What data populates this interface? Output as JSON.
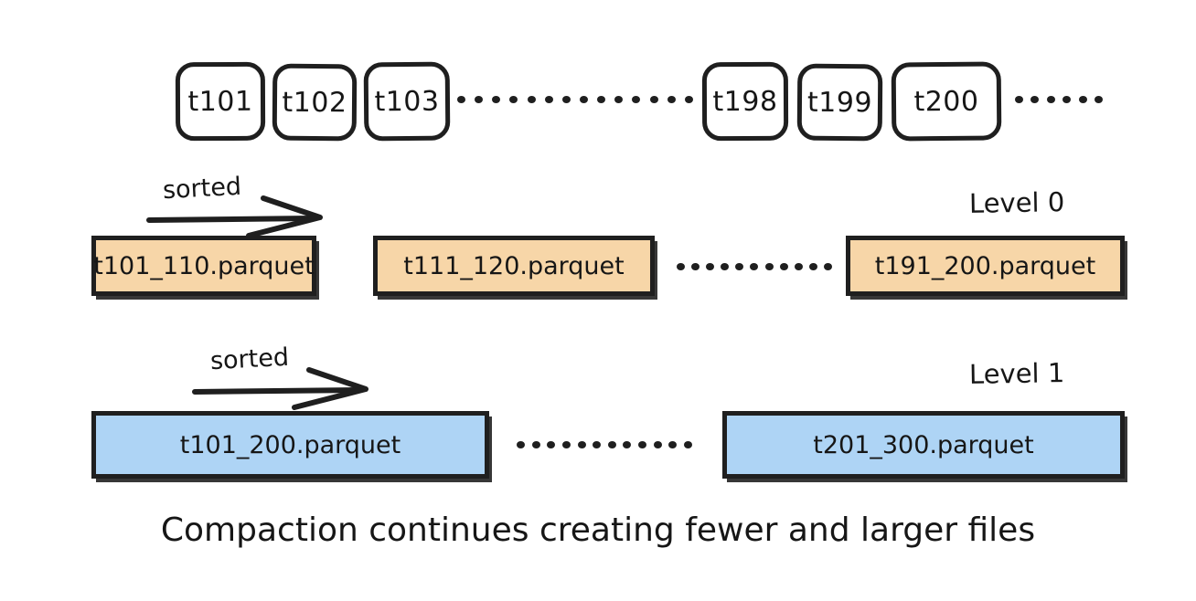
{
  "diagram": {
    "title_caption": "Compaction continues creating fewer and larger files",
    "colors": {
      "level0_fill": "#F7D6A8",
      "level1_fill": "#AED4F5",
      "stroke": "#1F1F1F",
      "background": "#FFFFFF"
    },
    "timestamp_row": {
      "chips": [
        {
          "label": "t101"
        },
        {
          "label": "t102"
        },
        {
          "label": "t103"
        },
        {
          "label": "t198"
        },
        {
          "label": "t199"
        },
        {
          "label": "t200"
        }
      ],
      "ellipsis_middle_dots": 14,
      "ellipsis_trailing_dots": 6
    },
    "level0": {
      "label": "Level 0",
      "sorted_label": "sorted",
      "files": [
        {
          "name": "t101_110.parquet"
        },
        {
          "name": "t111_120.parquet"
        },
        {
          "name": "t191_200.parquet"
        }
      ],
      "ellipsis_dots": 11
    },
    "level1": {
      "label": "Level 1",
      "sorted_label": "sorted",
      "files": [
        {
          "name": "t101_200.parquet"
        },
        {
          "name": "t201_300.parquet"
        }
      ],
      "ellipsis_dots": 12
    }
  }
}
